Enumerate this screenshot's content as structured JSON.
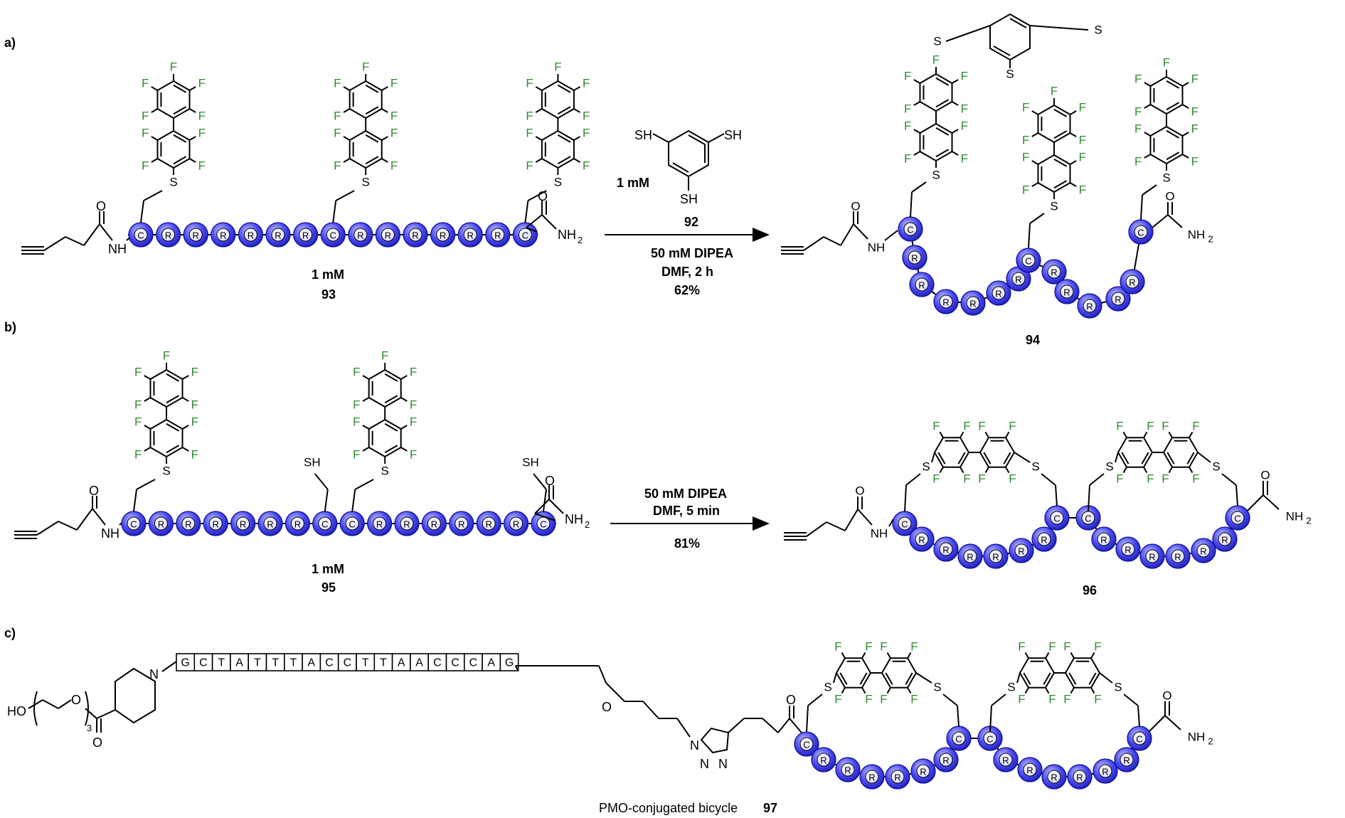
{
  "panels": {
    "a": {
      "label": "a)",
      "reactant": {
        "conc": "1 mM",
        "id": "93"
      },
      "reagent": {
        "conc": "1 mM",
        "id": "92",
        "thiol_label": "SH"
      },
      "conditions": [
        "50 mM DIPEA",
        "DMF, 2 h",
        "62%"
      ],
      "product": {
        "id": "94"
      },
      "sequence": [
        "C",
        "R",
        "R",
        "R",
        "R",
        "R",
        "R",
        "C",
        "R",
        "R",
        "R",
        "R",
        "R",
        "R",
        "C"
      ]
    },
    "b": {
      "label": "b)",
      "reactant": {
        "conc": "1 mM",
        "id": "95"
      },
      "conditions": [
        "50 mM DIPEA",
        "DMF, 5 min",
        "81%"
      ],
      "product": {
        "id": "96"
      },
      "sequence": [
        "C",
        "R",
        "R",
        "R",
        "R",
        "R",
        "R",
        "C",
        "C",
        "R",
        "R",
        "R",
        "R",
        "R",
        "R",
        "C"
      ]
    },
    "c": {
      "label": "c)",
      "pmo_bases": [
        "G",
        "C",
        "T",
        "A",
        "T",
        "T",
        "T",
        "A",
        "C",
        "C",
        "T",
        "T",
        "A",
        "A",
        "C",
        "C",
        "C",
        "A",
        "G"
      ],
      "caption_prefix": "PMO-conjugated bicycle ",
      "caption_id": "97"
    }
  },
  "atoms": {
    "F": "F",
    "S": "S",
    "SH": "SH",
    "O": "O",
    "N": "N",
    "NH": "NH",
    "H": "H",
    "HO": "HO",
    "NH2_main": "NH",
    "sub2": "2",
    "sub3": "3",
    "C": "C",
    "R": "R"
  },
  "colors": {
    "bead_fill": "#3b3bf0",
    "fluorine": "#2e8b2e",
    "bond": "#000000"
  }
}
